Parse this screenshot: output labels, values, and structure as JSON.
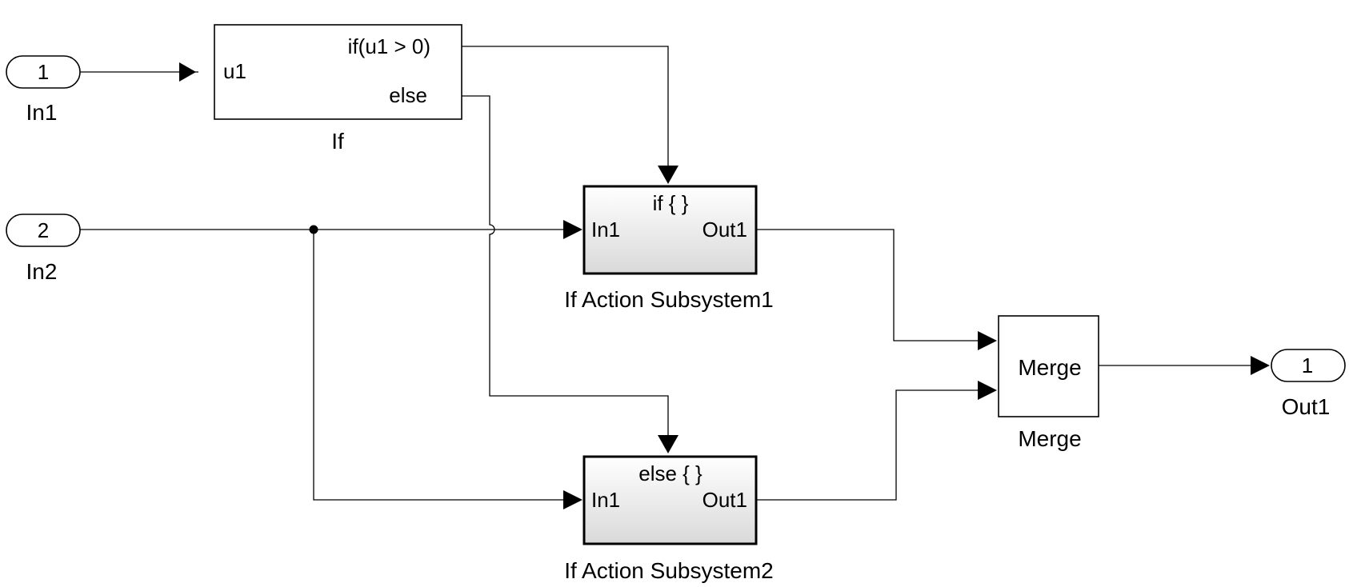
{
  "inports": [
    {
      "number": "1",
      "name": "In1"
    },
    {
      "number": "2",
      "name": "In2"
    }
  ],
  "outport": {
    "number": "1",
    "name": "Out1"
  },
  "if_block": {
    "name": "If",
    "input_port": "u1",
    "condition_port": "if(u1 > 0)",
    "else_port": "else"
  },
  "subsystem1": {
    "name": "If Action Subsystem1",
    "action_label": "if { }",
    "in_port": "In1",
    "out_port": "Out1"
  },
  "subsystem2": {
    "name": "If Action Subsystem2",
    "action_label": "else { }",
    "in_port": "In1",
    "out_port": "Out1"
  },
  "merge_block": {
    "name": "Merge",
    "label": "Merge"
  },
  "colors": {
    "subsystem_gradient_top": "#ffffff",
    "subsystem_gradient_bottom": "#d9d9d9",
    "line": "#000000"
  }
}
